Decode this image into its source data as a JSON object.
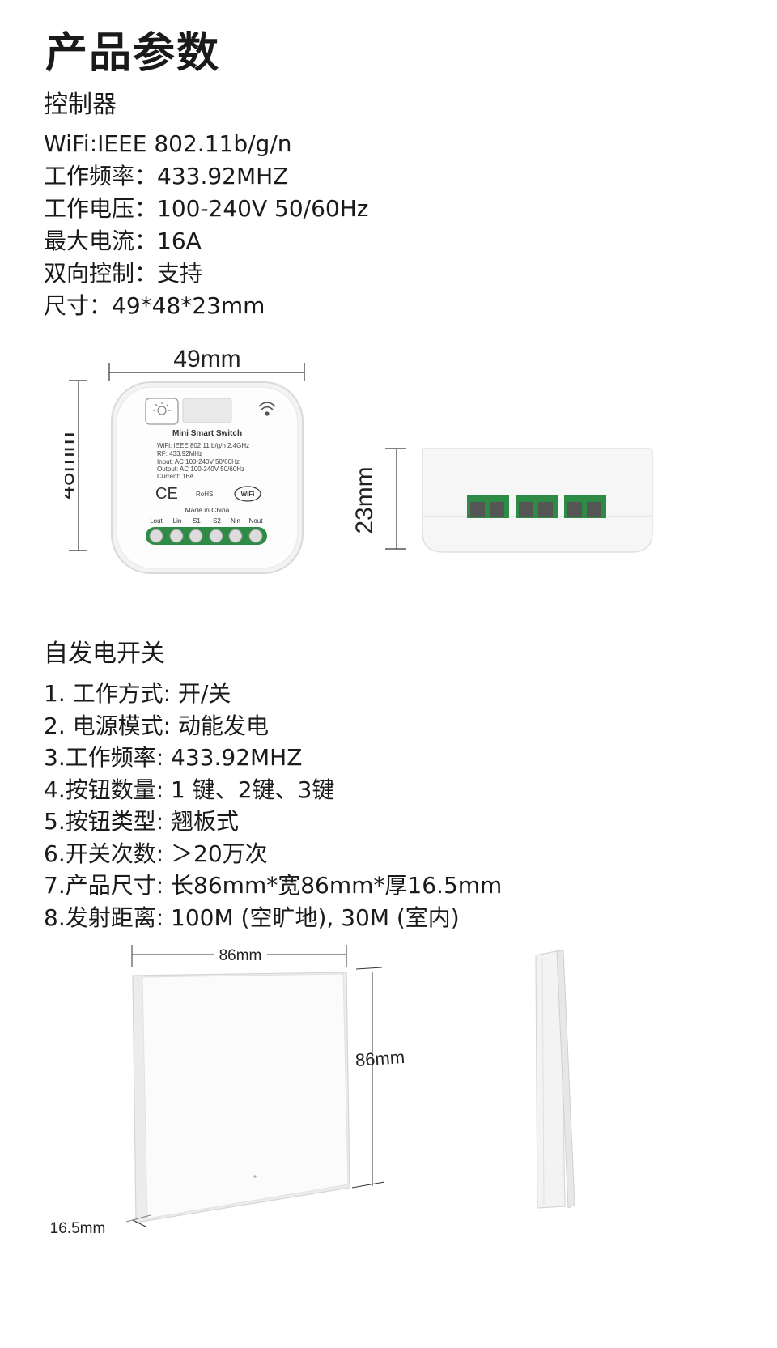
{
  "header": {
    "title": "产品参数"
  },
  "controller": {
    "heading": "控制器",
    "specs": [
      "WiFi:IEEE 802.11b/g/n",
      "工作频率：433.92MHZ",
      "工作电压：100-240V 50/60Hz",
      "最大电流：16A",
      "双向控制：支持",
      "尺寸：49*48*23mm"
    ],
    "dims": {
      "width": "49mm",
      "height": "48mm",
      "depth": "23mm"
    },
    "label": {
      "name": "Mini Smart Switch",
      "lines": [
        "WiFi: IEEE 802.11 b/g/h  2.4GHz",
        "RF: 433.92MHz",
        "Input:  AC 100-240V  50/60Hz",
        "Output:  AC 100-240V  50/60Hz",
        "Current:  16A"
      ],
      "ce": "CE",
      "rohs": "RoHS",
      "wifi_logo": "WiFi",
      "made_in": "Made in China",
      "terminals": [
        "Lout",
        "Lin",
        "S1",
        "S2",
        "Nin",
        "Nout"
      ]
    }
  },
  "self_powered_switch": {
    "heading": "自发电开关",
    "specs": [
      "1. 工作方式: 开/关",
      "2. 电源模式: 动能发电",
      "3.工作频率: 433.92MHZ",
      "4.按钮数量: 1 键、2键、3键",
      "5.按钮类型: 翘板式",
      "6.开关次数: ＞20万次",
      "7.产品尺寸: 长86mm*宽86mm*厚16.5mm",
      "8.发射距离: 100M (空旷地), 30M (室内)"
    ],
    "dims": {
      "width": "86mm",
      "height": "86mm",
      "thickness": "16.5mm"
    }
  },
  "colors": {
    "terminal_green": "#2e8b46",
    "device_white": "#f7f7f7",
    "text": "#1a1a1a"
  }
}
